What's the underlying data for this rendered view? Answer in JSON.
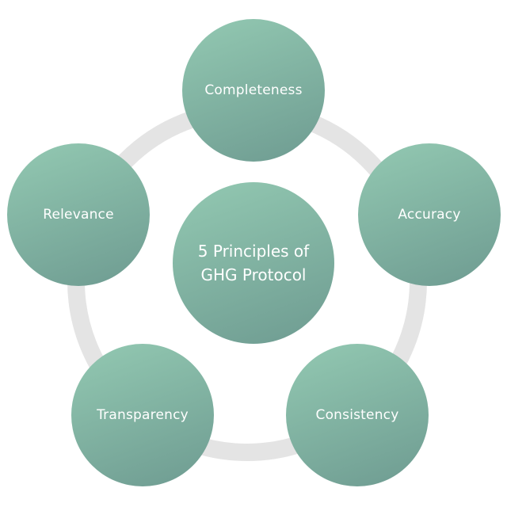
{
  "diagram": {
    "center_label": "5 Principles of GHG Protocol",
    "principles": [
      "Completeness",
      "Accuracy",
      "Consistency",
      "Transparency",
      "Relevance"
    ]
  },
  "colors": {
    "circle_gradient_start": "#93c9b2",
    "circle_gradient_end": "#6e9b91",
    "ring": "#e4e4e4",
    "text": "#ffffff"
  }
}
